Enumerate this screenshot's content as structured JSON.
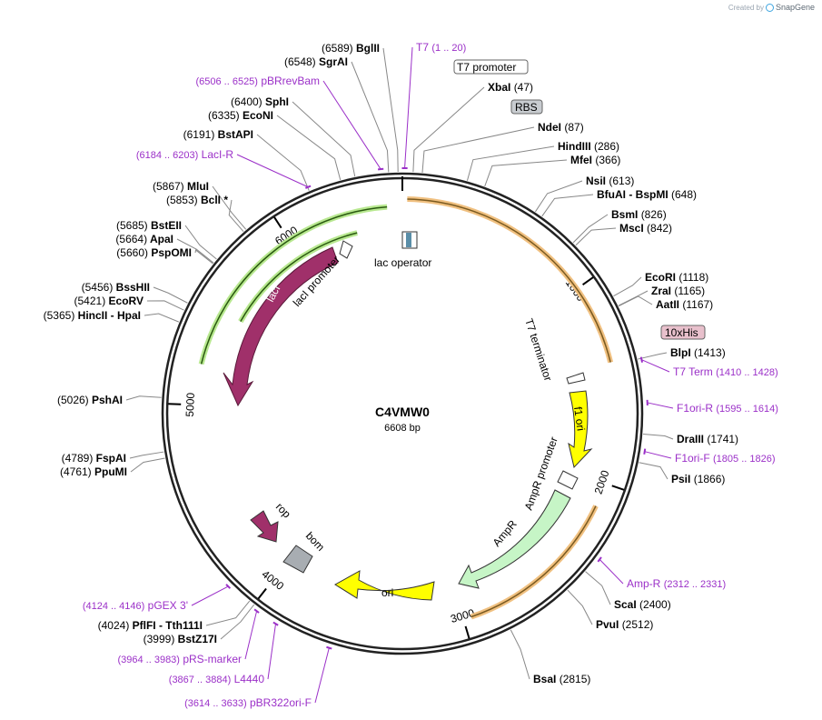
{
  "watermark": {
    "prefix": "Created by",
    "brand": "SnapGene"
  },
  "plasmid": {
    "name": "C4VMW0",
    "size_label": "6608 bp",
    "length": 6608
  },
  "ticks": [
    "1000",
    "2000",
    "3000",
    "4000",
    "5000",
    "6000"
  ],
  "features": [
    {
      "key": "lacI",
      "label": "lacI",
      "color": "#a0306a"
    },
    {
      "key": "lacI-promoter",
      "label": "lacI promoter",
      "color": "#ffffff"
    },
    {
      "key": "lac-operator",
      "label": "lac operator",
      "color": "#5a8ea8"
    },
    {
      "key": "t7-terminator",
      "label": "T7 terminator",
      "color": "#ffffff"
    },
    {
      "key": "f1-ori",
      "label": "f1 ori",
      "color": "#ffff00"
    },
    {
      "key": "ampr-promoter",
      "label": "AmpR promoter",
      "color": "#ffffff"
    },
    {
      "key": "ampr",
      "label": "AmpR",
      "color": "#c6f5c6"
    },
    {
      "key": "ori",
      "label": "ori",
      "color": "#ffff00"
    },
    {
      "key": "rop",
      "label": "rop",
      "color": "#a0306a"
    },
    {
      "key": "bom",
      "label": "bom",
      "color": "#a8adb2"
    }
  ],
  "boxed_labels": [
    {
      "key": "t7-promoter",
      "text": "T7 promoter",
      "fill": "#ffffff"
    },
    {
      "key": "rbs",
      "text": "RBS",
      "fill": "#c8ccd0"
    },
    {
      "key": "10xhis",
      "text": "10xHis",
      "fill": "#e8c0cc"
    }
  ],
  "enzymes": [
    {
      "key": "bglii",
      "pos": "(6589)",
      "name": "BglII"
    },
    {
      "key": "sgrai",
      "pos": "(6548)",
      "name": "SgrAI"
    },
    {
      "key": "sphi",
      "pos": "(6400)",
      "name": "SphI"
    },
    {
      "key": "econi",
      "pos": "(6335)",
      "name": "EcoNI"
    },
    {
      "key": "bstapi",
      "pos": "(6191)",
      "name": "BstAPI"
    },
    {
      "key": "mlui",
      "pos": "(5867)",
      "name": "MluI"
    },
    {
      "key": "bcli",
      "pos": "(5853)",
      "name": "BclI *"
    },
    {
      "key": "bsteii",
      "pos": "(5685)",
      "name": "BstEII"
    },
    {
      "key": "apai",
      "pos": "(5664)",
      "name": "ApaI"
    },
    {
      "key": "pspomi",
      "pos": "(5660)",
      "name": "PspOMI"
    },
    {
      "key": "bsshii",
      "pos": "(5456)",
      "name": "BssHII"
    },
    {
      "key": "ecorv",
      "pos": "(5421)",
      "name": "EcoRV"
    },
    {
      "key": "hincii-hpai",
      "pos": "(5365)",
      "name": "HincII  -  HpaI"
    },
    {
      "key": "pshai",
      "pos": "(5026)",
      "name": "PshAI"
    },
    {
      "key": "fspai",
      "pos": "(4789)",
      "name": "FspAI"
    },
    {
      "key": "ppumi",
      "pos": "(4761)",
      "name": "PpuMI"
    },
    {
      "key": "pflfi-tth111i",
      "pos": "(4024)",
      "name": "PflFI  -  Tth111I"
    },
    {
      "key": "bstz17i",
      "pos": "(3999)",
      "name": "BstZ17I"
    },
    {
      "key": "xbai",
      "pos": "(47)",
      "name": "XbaI"
    },
    {
      "key": "ndei",
      "pos": "(87)",
      "name": "NdeI"
    },
    {
      "key": "hindiii",
      "pos": "(286)",
      "name": "HindIII"
    },
    {
      "key": "mfei",
      "pos": "(366)",
      "name": "MfeI"
    },
    {
      "key": "nsii",
      "pos": "(613)",
      "name": "NsiI"
    },
    {
      "key": "bfuai-bspmi",
      "pos": "(648)",
      "name": "BfuAI  -  BspMI"
    },
    {
      "key": "bsmi",
      "pos": "(826)",
      "name": "BsmI"
    },
    {
      "key": "msci",
      "pos": "(842)",
      "name": "MscI"
    },
    {
      "key": "ecori",
      "pos": "(1118)",
      "name": "EcoRI"
    },
    {
      "key": "zrai",
      "pos": "(1165)",
      "name": "ZraI"
    },
    {
      "key": "aatii",
      "pos": "(1167)",
      "name": "AatII"
    },
    {
      "key": "blpi",
      "pos": "(1413)",
      "name": "BlpI"
    },
    {
      "key": "draiii",
      "pos": "(1741)",
      "name": "DraIII"
    },
    {
      "key": "psii",
      "pos": "(1866)",
      "name": "PsiI"
    },
    {
      "key": "scai",
      "pos": "(2400)",
      "name": "ScaI"
    },
    {
      "key": "pvui",
      "pos": "(2512)",
      "name": "PvuI"
    },
    {
      "key": "bsai",
      "pos": "(2815)",
      "name": "BsaI"
    }
  ],
  "primers": [
    {
      "key": "t7",
      "name": "T7",
      "range": "(1 .. 20)"
    },
    {
      "key": "pbrrevbam",
      "name": "pBRrevBam",
      "range": "(6506 .. 6525)"
    },
    {
      "key": "laci-r",
      "name": "LacI-R",
      "range": "(6184 .. 6203)"
    },
    {
      "key": "t7-term",
      "name": "T7 Term",
      "range": "(1410 .. 1428)"
    },
    {
      "key": "f1ori-r",
      "name": "F1ori-R",
      "range": "(1595 .. 1614)"
    },
    {
      "key": "f1ori-f",
      "name": "F1ori-F",
      "range": "(1805 .. 1826)"
    },
    {
      "key": "amp-r",
      "name": "Amp-R",
      "range": "(2312 .. 2331)"
    },
    {
      "key": "pgex-3",
      "name": "pGEX 3'",
      "range": "(4124 .. 4146)"
    },
    {
      "key": "prs-marker",
      "name": "pRS-marker",
      "range": "(3964 .. 3983)"
    },
    {
      "key": "l4440",
      "name": "L4440",
      "range": "(3867 .. 3884)"
    },
    {
      "key": "pbr322ori-f",
      "name": "pBR322ori-F",
      "range": "(3614 .. 3633)"
    }
  ],
  "colors": {
    "primer": "#9b30c8",
    "orf_highlight": "#f0c080",
    "lacI_highlight": "#b8e890"
  }
}
